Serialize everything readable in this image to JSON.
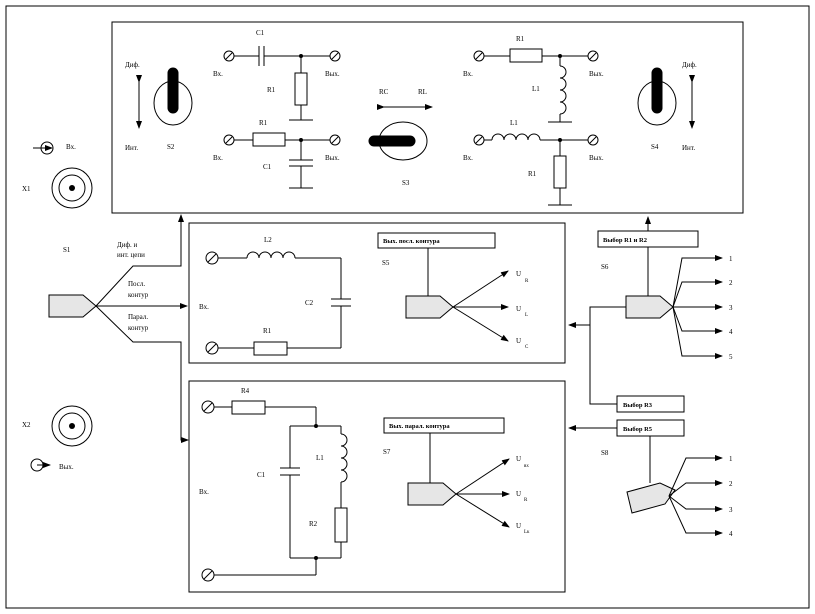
{
  "top_panel": {
    "s2": {
      "name": "S2",
      "top": "Диф.",
      "bottom": "Инт."
    },
    "s3": {
      "name": "S3",
      "left": "RC",
      "right": "RL"
    },
    "s4": {
      "name": "S4",
      "top": "Диф.",
      "bottom": "Инт."
    },
    "circuits": [
      {
        "input": "Вх.",
        "output": "Вых.",
        "series": "C1",
        "shunt": "R1"
      },
      {
        "input": "Вх.",
        "output": "Вых.",
        "series": "R1",
        "shunt": "C1"
      },
      {
        "input": "Вх.",
        "output": "Вых.",
        "series": "R1",
        "shunt": "L1"
      },
      {
        "input": "Вх.",
        "output": "Вых.",
        "series": "L1",
        "shunt": "R1"
      }
    ]
  },
  "x1": {
    "name": "X1",
    "label": "Вх."
  },
  "x2": {
    "name": "X2",
    "label": "Вых."
  },
  "s1": {
    "name": "S1",
    "outputs": [
      "Диф. и инт. цепи",
      "Посл. контур",
      "Парал. контур"
    ]
  },
  "series_panel": {
    "input": "Вх.",
    "inductor": "L2",
    "capacitor": "C2",
    "resistor": "R1",
    "output_box": "Вых. посл. контура",
    "switch": "S5",
    "taps": [
      {
        "main": "U",
        "sub": "R"
      },
      {
        "main": "U",
        "sub": "L"
      },
      {
        "main": "U",
        "sub": "C"
      }
    ]
  },
  "parallel_panel": {
    "input": "Вх.",
    "r4": "R4",
    "inductor": "L1",
    "capacitor": "C1",
    "r2": "R2",
    "output_box": "Вых. парал. контура",
    "switch": "S7",
    "taps": [
      {
        "main": "U",
        "sub": "вх"
      },
      {
        "main": "U",
        "sub": "R"
      },
      {
        "main": "U",
        "sub": "Lк"
      }
    ]
  },
  "s6": {
    "name": "S6",
    "box": "Выбор R1 и R2",
    "outputs": [
      "1",
      "2",
      "3",
      "4",
      "5"
    ]
  },
  "s8": {
    "name": "S8",
    "box_top": "Выбор R3",
    "box_bottom": "Выбор R5",
    "outputs": [
      "1",
      "2",
      "3",
      "4"
    ]
  }
}
